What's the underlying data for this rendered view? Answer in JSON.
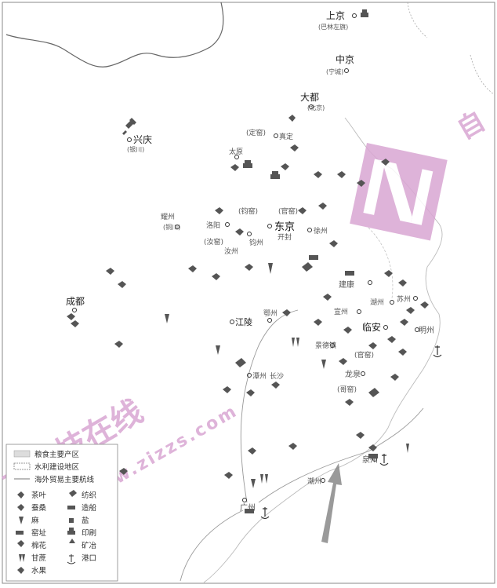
{
  "cities": [
    {
      "id": "shangjing",
      "name": "上京",
      "sub": "(巴林左旗)"
    },
    {
      "id": "zhongjing",
      "name": "中京",
      "sub": "(宁城)"
    },
    {
      "id": "dadu",
      "name": "大都",
      "sub": "(北京)"
    },
    {
      "id": "dingyao",
      "name": "(定窑)"
    },
    {
      "id": "zhending",
      "name": "真定"
    },
    {
      "id": "xingqing",
      "name": "兴庆",
      "sub": "(银川)"
    },
    {
      "id": "taiyuan",
      "name": "太原"
    },
    {
      "id": "yaozhou",
      "name": "耀州",
      "sub": "(铜川)"
    },
    {
      "id": "junyao",
      "name": "(钧窑)"
    },
    {
      "id": "guanyao",
      "name": "(官窑)"
    },
    {
      "id": "luoyang",
      "name": "洛阳"
    },
    {
      "id": "dongjing",
      "name": "东京",
      "sub": "开封"
    },
    {
      "id": "ruyao",
      "name": "(汝窑)"
    },
    {
      "id": "junzhou",
      "name": "钧州"
    },
    {
      "id": "xuzhou",
      "name": "徐州"
    },
    {
      "id": "ruzhou",
      "name": "汝州"
    },
    {
      "id": "jiankang",
      "name": "建康"
    },
    {
      "id": "chengdu",
      "name": "成都"
    },
    {
      "id": "jiangling",
      "name": "江陵"
    },
    {
      "id": "ezhou",
      "name": "鄂州"
    },
    {
      "id": "huzhou",
      "name": "湖州"
    },
    {
      "id": "suzhou",
      "name": "苏州"
    },
    {
      "id": "xuanzhou",
      "name": "宣州"
    },
    {
      "id": "linan",
      "name": "临安"
    },
    {
      "id": "mingzhou",
      "name": "明州"
    },
    {
      "id": "jingdezhen",
      "name": "景德镇"
    },
    {
      "id": "guanyao2",
      "name": "(官窑)"
    },
    {
      "id": "tanzhou",
      "name": "潭州",
      "sub": "长沙"
    },
    {
      "id": "longquan",
      "name": "龙泉"
    },
    {
      "id": "geyao",
      "name": "(哥窑)"
    },
    {
      "id": "quanzhou",
      "name": "泉州"
    },
    {
      "id": "chaozhou",
      "name": "潮州"
    },
    {
      "id": "guangzhou",
      "name": "广州"
    }
  ],
  "legend": {
    "rows": [
      {
        "label": "粮食主要产区"
      },
      {
        "label": "水利建设地区"
      },
      {
        "label": "海外贸易主要航线"
      }
    ],
    "items": [
      {
        "icon": "tea-icon",
        "label": "茶叶"
      },
      {
        "icon": "sericulture-icon",
        "label": "蚕桑"
      },
      {
        "icon": "hemp-icon",
        "label": "麻"
      },
      {
        "icon": "kiln-icon",
        "label": "窑址"
      },
      {
        "icon": "cotton-icon",
        "label": "棉花"
      },
      {
        "icon": "sugarcane-icon",
        "label": "甘蔗"
      },
      {
        "icon": "fruit-icon",
        "label": "水果"
      },
      {
        "icon": "textile-icon",
        "label": "纺织"
      },
      {
        "icon": "shipbuilding-icon",
        "label": "造船"
      },
      {
        "icon": "salt-icon",
        "label": "盐"
      },
      {
        "icon": "printing-icon",
        "label": "印刷"
      },
      {
        "icon": "mining-icon",
        "label": "矿冶"
      },
      {
        "icon": "port-icon",
        "label": "港口"
      }
    ]
  },
  "watermark": {
    "main": "主选技在线",
    "url": "www.zizzs.com"
  },
  "colors": {
    "watermark": "#d9a6d2",
    "border": "#888888",
    "route": "#999999"
  }
}
